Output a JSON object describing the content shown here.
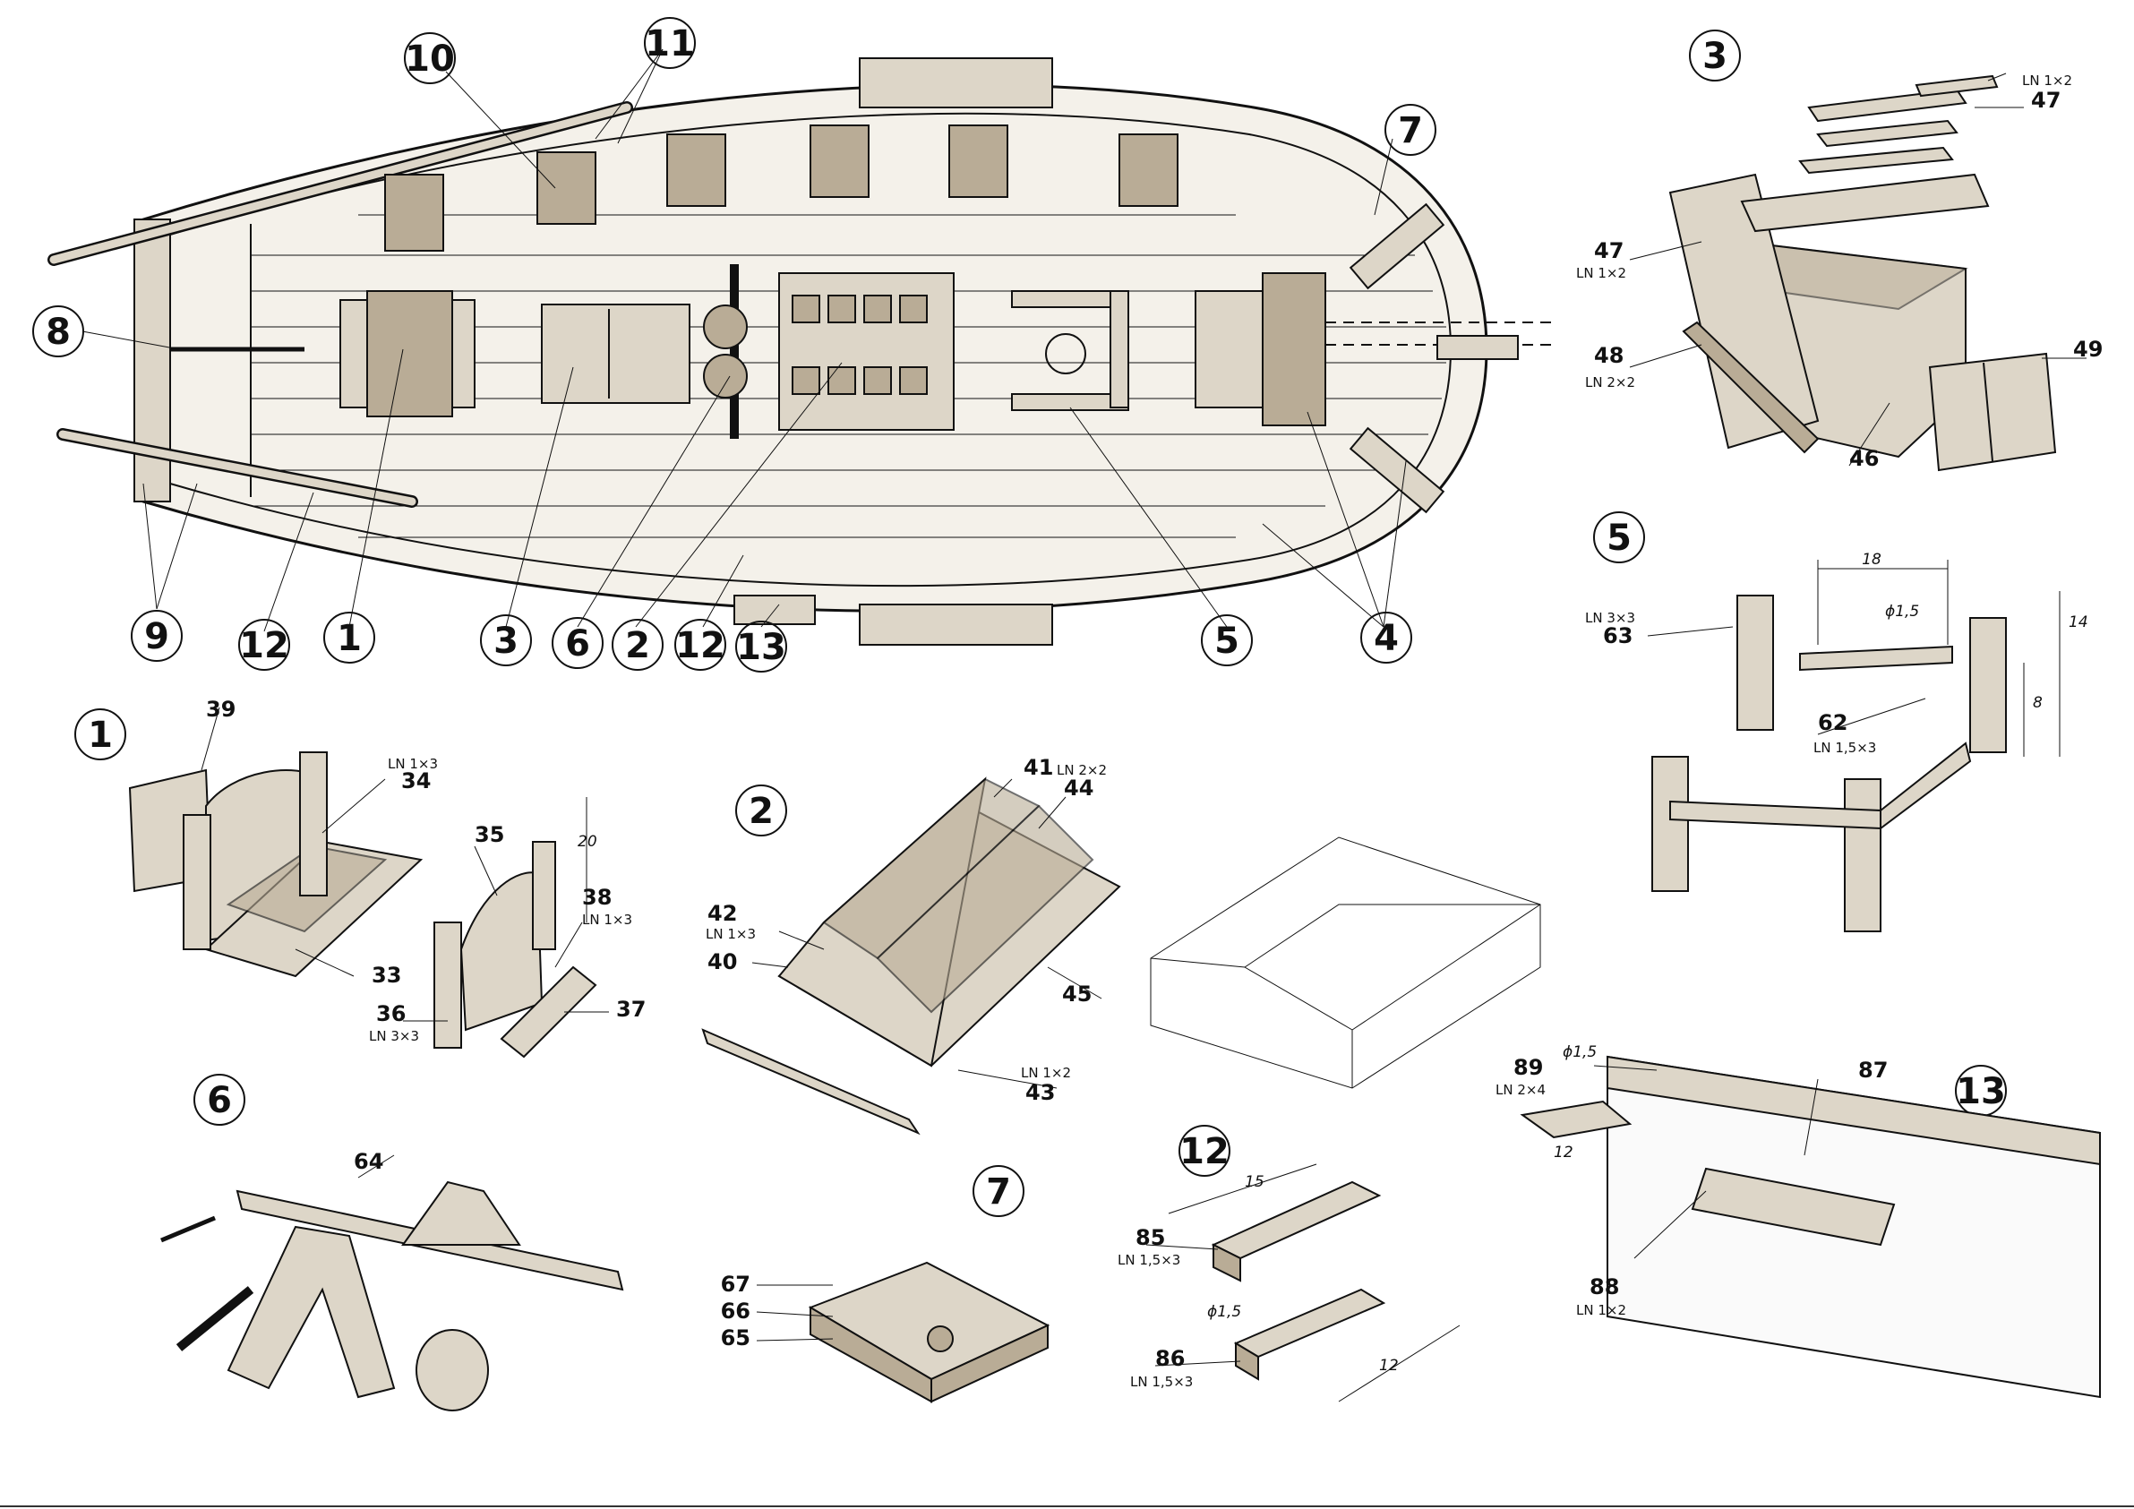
{
  "deck_callouts": [
    "10",
    "11",
    "7",
    "8",
    "9",
    "12",
    "1",
    "3",
    "6",
    "2",
    "12",
    "13",
    "5",
    "4"
  ],
  "panels": {
    "p3": {
      "badge": "3",
      "labels": {
        "l47a": "47",
        "l47a_ln": "LN 1×2",
        "l47b": "47",
        "l47b_ln": "LN 1×2",
        "l48": "48",
        "l48_ln": "LN 2×2",
        "l46": "46",
        "l49": "49"
      }
    },
    "p5": {
      "badge": "5",
      "labels": {
        "l63": "63",
        "l63_ln": "LN 3×3",
        "l62": "62",
        "l62_ln": "LN 1,5×3"
      },
      "dims": {
        "d18": "18",
        "d15": "ϕ1,5",
        "d14": "14",
        "d8": "8"
      }
    },
    "p1": {
      "badge": "1",
      "labels": {
        "l39": "39",
        "l34": "34",
        "l34_ln": "LN 1×3",
        "l35": "35",
        "l38": "38",
        "l38_ln": "LN 1×3",
        "l33": "33",
        "l36": "36",
        "l36_ln": "LN 3×3",
        "l37": "37"
      },
      "dims": {
        "d20": "20"
      }
    },
    "p2": {
      "badge": "2",
      "labels": {
        "l41": "41",
        "l41_ln": "LN 2×2",
        "l44": "44",
        "l42": "42",
        "l42_ln": "LN 1×3",
        "l40": "40",
        "l45": "45",
        "l43": "43",
        "l43_ln": "LN 1×2"
      }
    },
    "p6": {
      "badge": "6",
      "labels": {
        "l64": "64"
      }
    },
    "p7": {
      "badge": "7",
      "labels": {
        "l67": "67",
        "l66": "66",
        "l65": "65"
      }
    },
    "p12": {
      "badge": "12",
      "labels": {
        "l85": "85",
        "l85_ln": "LN 1,5×3",
        "l86": "86",
        "l86_ln": "LN 1,5×3"
      },
      "dims": {
        "d15": "15",
        "d12": "12",
        "dphi": "ϕ1,5"
      }
    },
    "p13": {
      "badge": "13",
      "labels": {
        "l89": "89",
        "l89_ln": "LN 2×4",
        "l87": "87",
        "l88": "88",
        "l88_ln": "LN 1×2"
      },
      "dims": {
        "dphi": "ϕ1,5",
        "d12": "12"
      }
    }
  }
}
